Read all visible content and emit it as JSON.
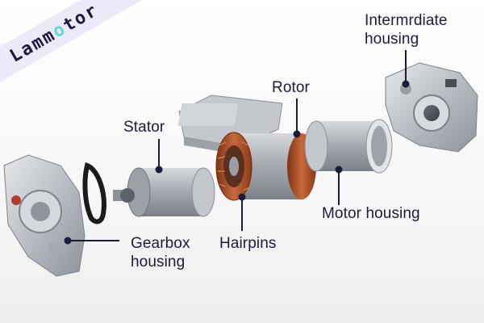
{
  "logo": {
    "part1": "Lamm",
    "part2": "o",
    "part3": "tor"
  },
  "labels": {
    "intermediate_housing": "Intermrdiate\nhousing",
    "rotor": "Rotor",
    "stator": "Stator",
    "motor_housing": "Motor housing",
    "gearbox_housing": "Gearbox\nhousing",
    "hairpins": "Hairpins"
  },
  "colors": {
    "label_text": "#1c1c3a",
    "leader": "#1c1c3a",
    "copper": "#b4552c",
    "aluminium": "#c9ccd1",
    "logo_ribbon": "#ece9f8",
    "logo_accent": "#5fd6d9"
  }
}
